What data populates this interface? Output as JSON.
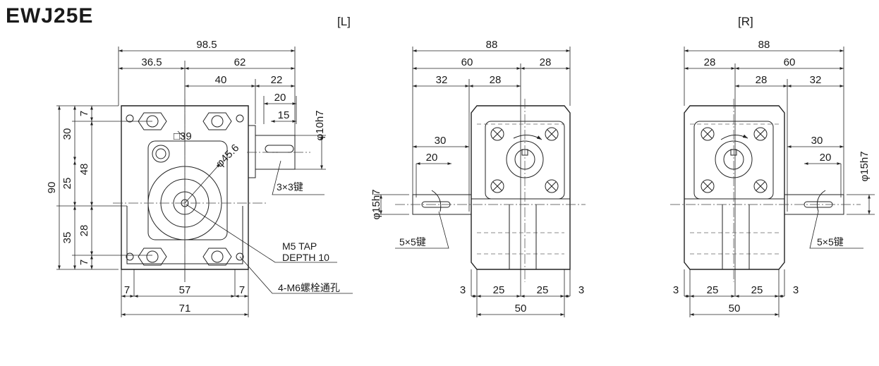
{
  "title": "EWJ25E",
  "views": {
    "left": "[L]",
    "right": "[R]"
  },
  "front": {
    "top_total": "98.5",
    "top_a": "36.5",
    "top_b": "62",
    "top_c": "40",
    "top_d": "22",
    "shaft_len": "20",
    "key_len": "15",
    "shaft_dia": "φ10h7",
    "square": "□39",
    "bolt_circle": "φ45.6",
    "key_note": "3×3键",
    "tap_note_1": "M5 TAP",
    "tap_note_2": "DEPTH 10",
    "hole_note": "4-M6螺栓通孔",
    "h_total": "90",
    "h_30": "30",
    "h_25": "25",
    "h_35": "35",
    "h_7a": "7",
    "h_48": "48",
    "h_28": "28",
    "h_7b": "7",
    "b_7a": "7",
    "b_57": "57",
    "b_7b": "7",
    "b_71": "71"
  },
  "left": {
    "top_total": "88",
    "top_60": "60",
    "top_28a": "28",
    "top_32": "32",
    "top_28b": "28",
    "shaft_30": "30",
    "shaft_20": "20",
    "shaft_dia": "φ15h7",
    "key_note": "5×5键",
    "b_3a": "3",
    "b_25a": "25",
    "b_25b": "25",
    "b_3b": "3",
    "b_50": "50"
  },
  "right": {
    "top_total": "88",
    "top_28a": "28",
    "top_60": "60",
    "top_28b": "28",
    "top_32": "32",
    "shaft_30": "30",
    "shaft_20": "20",
    "shaft_dia": "φ15h7",
    "key_note": "5×5键",
    "b_3a": "3",
    "b_25a": "25",
    "b_25b": "25",
    "b_3b": "3",
    "b_50": "50"
  }
}
